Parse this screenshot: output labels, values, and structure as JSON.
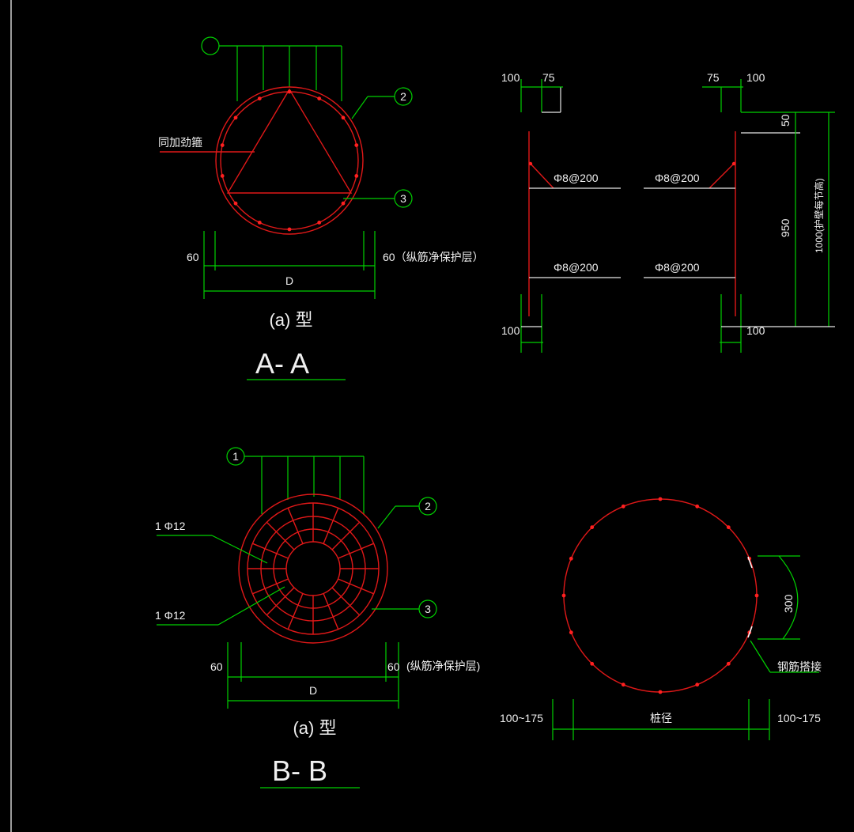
{
  "colors": {
    "background": "#000000",
    "rebar": "#e01818",
    "dimension": "#00d000",
    "text": "#f0f0f0"
  },
  "section_aa": {
    "callout_2": "2",
    "callout_3": "3",
    "stiffener_label": "同加劲箍",
    "dim_left": "60",
    "dim_right": "60（纵筋净保护层）",
    "dim_d": "D",
    "type_label": "(a)  型",
    "title": "A- A"
  },
  "elevation": {
    "dim_top_left_100": "100",
    "dim_top_left_75": "75",
    "dim_top_right_75": "75",
    "dim_top_right_100": "100",
    "rebar_label_1": "Φ8@200",
    "rebar_label_2": "Φ8@200",
    "rebar_label_3": "Φ8@200",
    "rebar_label_4": "Φ8@200",
    "dim_50": "50",
    "dim_950": "950",
    "dim_1000": "1000(护壁每节高)",
    "dim_bottom_left_100": "100",
    "dim_bottom_right_100": "100"
  },
  "section_bb": {
    "callout_1": "1",
    "callout_2": "2",
    "callout_3": "3",
    "bar_label_1": "1 Φ12",
    "bar_label_2": "1 Φ12",
    "dim_left": "60",
    "dim_right": "60",
    "cover_note": "(纵筋净保护层)",
    "dim_d": "D",
    "type_label": "(a)  型",
    "title": "B- B"
  },
  "pile_plan": {
    "dim_300": "300",
    "lap_label": "钢筋搭接",
    "dim_left": "100~175",
    "dim_center": "桩径",
    "dim_right": "100~175"
  }
}
